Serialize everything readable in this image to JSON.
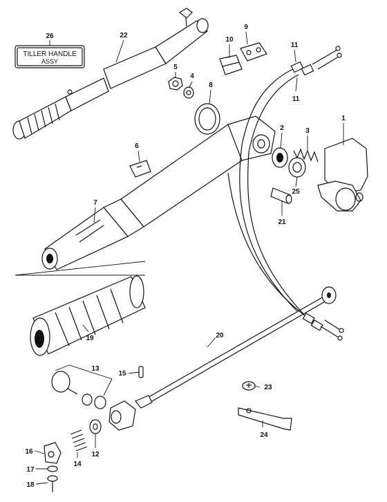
{
  "diagram": {
    "tag_title": {
      "line1": "TILLER HANDLE",
      "line2": "ASSY"
    },
    "labels": {
      "p1": "1",
      "p2": "2",
      "p3": "3",
      "p4": "4",
      "p5": "5",
      "p6": "6",
      "p7": "7",
      "p8": "8",
      "p9": "9",
      "p10": "10",
      "p11a": "11",
      "p11b": "11",
      "p12": "12",
      "p13": "13",
      "p14": "14",
      "p15": "15",
      "p16": "16",
      "p17": "17",
      "p18": "18",
      "p19": "19",
      "p20": "20",
      "p21": "21",
      "p22": "22",
      "p23": "23",
      "p24": "24",
      "p25": "25",
      "p26": "26"
    }
  }
}
